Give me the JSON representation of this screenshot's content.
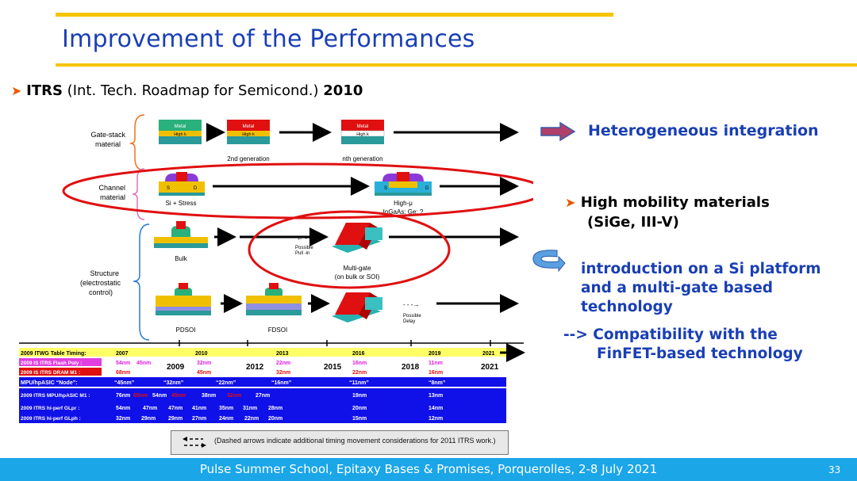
{
  "slide": {
    "title": "Improvement of the Performances",
    "itrs_bullet": {
      "bold1": "ITRS",
      "text": " (Int. Tech. Roadmap for Semicond.) ",
      "bold2": "2010"
    },
    "right": {
      "hetero": "Heterogeneous integration",
      "mobility_line1": "High mobility materials",
      "mobility_line2": "(SiGe, III-V)",
      "intro_line1": "introduction on a Si platform",
      "intro_line2": "and a multi-gate based",
      "intro_line3": "technology",
      "compat_line1": "--> Compatibility with the",
      "compat_line2": "FinFET-based technology"
    },
    "footer": "Pulse Summer School, Epitaxy Bases & Promises, Porquerolles, 2-8 July 2021",
    "page_number": "33"
  },
  "figure": {
    "rows": {
      "gate_stack": [
        "Gate-stack",
        "material"
      ],
      "channel": [
        "Channel",
        "material"
      ],
      "structure": [
        "Structure",
        "(electrostatic",
        "control)"
      ]
    },
    "labels": {
      "metal": "Metal",
      "high_k": "High k",
      "second_gen": "2nd generation",
      "nth_gen": "nth generation",
      "si_stress": "Si + Stress",
      "high_mu": "High-μ",
      "high_mu_sub": "InGaAs; Ge; ?",
      "s": "S",
      "d": "D",
      "bulk": "Bulk",
      "possible_pullin": [
        "Possible",
        "Pull -in"
      ],
      "multigate": [
        "Multi-gate",
        "(on bulk or SOI)"
      ],
      "pdsoi": "PDSOI",
      "fdsoi": "FDSOI",
      "possible_delay": [
        "Possible",
        "Delay"
      ]
    },
    "timing_table": {
      "row1": {
        "label": "2009 ITWG Table Timing:",
        "years": [
          "2007",
          "2010",
          "2013",
          "2016",
          "2019",
          "2021"
        ]
      },
      "row2": {
        "label": "2009 IS ITRS Flash Poly :",
        "values": [
          "54nm",
          "45nm",
          "32nm",
          "22nm",
          "16nm",
          "11nm"
        ]
      },
      "row3": {
        "label": "2009 IS ITRS DRAM M1 :",
        "values": [
          "68nm",
          "45nm",
          "32nm",
          "22nm",
          "16nm"
        ]
      },
      "years_big": [
        "2009",
        "2012",
        "2015",
        "2018",
        "2021"
      ],
      "row4": {
        "label": "MPU/hpASIC “Node”:",
        "values": [
          "“45nm”",
          "“32nm”",
          "“22nm”",
          "“16nm”",
          "“11nm”",
          "“8nm”"
        ]
      },
      "row5": {
        "label": "2009 ITRS MPU/hpASIC M1 :",
        "values": [
          "76nm",
          "65nm",
          "54nm",
          "45nm",
          "38nm",
          "32nm",
          "27nm",
          "19nm",
          "13nm"
        ]
      },
      "row6": {
        "label": "2009 ITRS hi-perf GLpr :",
        "values": [
          "54nm",
          "47nm",
          "47nm",
          "41nm",
          "35nm",
          "31nm",
          "28nm",
          "20nm",
          "14nm"
        ]
      },
      "row7": {
        "label": "2009 ITRS hi-perf GLph :",
        "values": [
          "32nm",
          "29nm",
          "29nm",
          "27nm",
          "24nm",
          "22nm",
          "20nm",
          "15nm",
          "12nm"
        ]
      }
    },
    "legend": "(Dashed arrows indicate additional timing movement considerations for 2011 ITRS work.)"
  },
  "colors": {
    "title_blue": "#1a3fb4",
    "gold": "#f5c400",
    "footer_blue": "#1ba6e8",
    "ellipse_red": "#e01010"
  }
}
